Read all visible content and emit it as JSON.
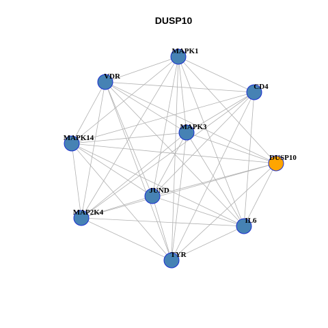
{
  "title": "DUSP10",
  "colors": {
    "node_default": "#4682B4",
    "node_highlight": "#FFA500",
    "node_border": "#1a2ecf",
    "edge": "#b0b0b0"
  },
  "nodes": [
    {
      "id": "MAPK1",
      "label": "MAPK1",
      "highlight": false
    },
    {
      "id": "VDR",
      "label": "VDR",
      "highlight": false
    },
    {
      "id": "CD4",
      "label": "CD4",
      "highlight": false
    },
    {
      "id": "MAPK3",
      "label": "MAPK3",
      "highlight": false
    },
    {
      "id": "MAPK14",
      "label": "MAPK14",
      "highlight": false
    },
    {
      "id": "DUSP10",
      "label": "DUSP10",
      "highlight": true
    },
    {
      "id": "JUND",
      "label": "JUND",
      "highlight": false
    },
    {
      "id": "MAP2K4",
      "label": "MAP2K4",
      "highlight": false
    },
    {
      "id": "IL6",
      "label": "IL6",
      "highlight": false
    },
    {
      "id": "TYR",
      "label": "TYR",
      "highlight": false
    }
  ],
  "edges": [
    [
      "MAPK1",
      "VDR"
    ],
    [
      "MAPK1",
      "CD4"
    ],
    [
      "MAPK1",
      "MAPK3"
    ],
    [
      "MAPK1",
      "MAPK14"
    ],
    [
      "MAPK1",
      "DUSP10"
    ],
    [
      "MAPK1",
      "JUND"
    ],
    [
      "MAPK1",
      "MAP2K4"
    ],
    [
      "MAPK1",
      "IL6"
    ],
    [
      "MAPK1",
      "TYR"
    ],
    [
      "VDR",
      "CD4"
    ],
    [
      "VDR",
      "MAPK3"
    ],
    [
      "VDR",
      "MAPK14"
    ],
    [
      "VDR",
      "DUSP10"
    ],
    [
      "VDR",
      "JUND"
    ],
    [
      "VDR",
      "MAP2K4"
    ],
    [
      "VDR",
      "IL6"
    ],
    [
      "VDR",
      "TYR"
    ],
    [
      "CD4",
      "MAPK3"
    ],
    [
      "CD4",
      "MAPK14"
    ],
    [
      "CD4",
      "JUND"
    ],
    [
      "CD4",
      "MAP2K4"
    ],
    [
      "CD4",
      "IL6"
    ],
    [
      "CD4",
      "TYR"
    ],
    [
      "MAPK3",
      "MAPK14"
    ],
    [
      "MAPK3",
      "DUSP10"
    ],
    [
      "MAPK3",
      "JUND"
    ],
    [
      "MAPK3",
      "MAP2K4"
    ],
    [
      "MAPK3",
      "IL6"
    ],
    [
      "MAPK3",
      "TYR"
    ],
    [
      "MAPK14",
      "DUSP10"
    ],
    [
      "MAPK14",
      "JUND"
    ],
    [
      "MAPK14",
      "MAP2K4"
    ],
    [
      "MAPK14",
      "IL6"
    ],
    [
      "MAPK14",
      "TYR"
    ],
    [
      "DUSP10",
      "JUND"
    ],
    [
      "DUSP10",
      "MAP2K4"
    ],
    [
      "DUSP10",
      "IL6"
    ],
    [
      "DUSP10",
      "TYR"
    ],
    [
      "JUND",
      "MAP2K4"
    ],
    [
      "JUND",
      "IL6"
    ],
    [
      "JUND",
      "TYR"
    ],
    [
      "MAP2K4",
      "IL6"
    ],
    [
      "MAP2K4",
      "TYR"
    ],
    [
      "IL6",
      "TYR"
    ]
  ]
}
